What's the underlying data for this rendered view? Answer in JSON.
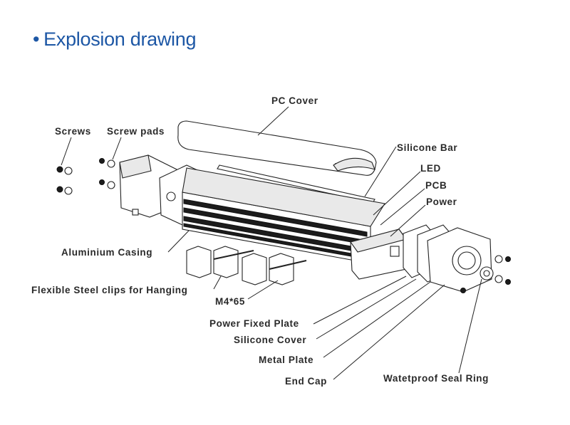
{
  "title": {
    "bullet": "•",
    "text": "Explosion drawing"
  },
  "labels": {
    "pc_cover": "PC Cover",
    "screws": "Screws",
    "screw_pads": "Screw pads",
    "silicone_bar": "Silicone Bar",
    "led": "LED",
    "pcb": "PCB",
    "power": "Power",
    "aluminium_casing": "Aluminium Casing",
    "flexible_clips": "Flexible Steel clips for Hanging",
    "m4_65": "M4*65",
    "power_fixed_plate": "Power Fixed Plate",
    "silicone_cover": "Silicone Cover",
    "metal_plate": "Metal Plate",
    "end_cap": "End Cap",
    "waterproof_seal_ring": "Watetproof Seal Ring"
  }
}
